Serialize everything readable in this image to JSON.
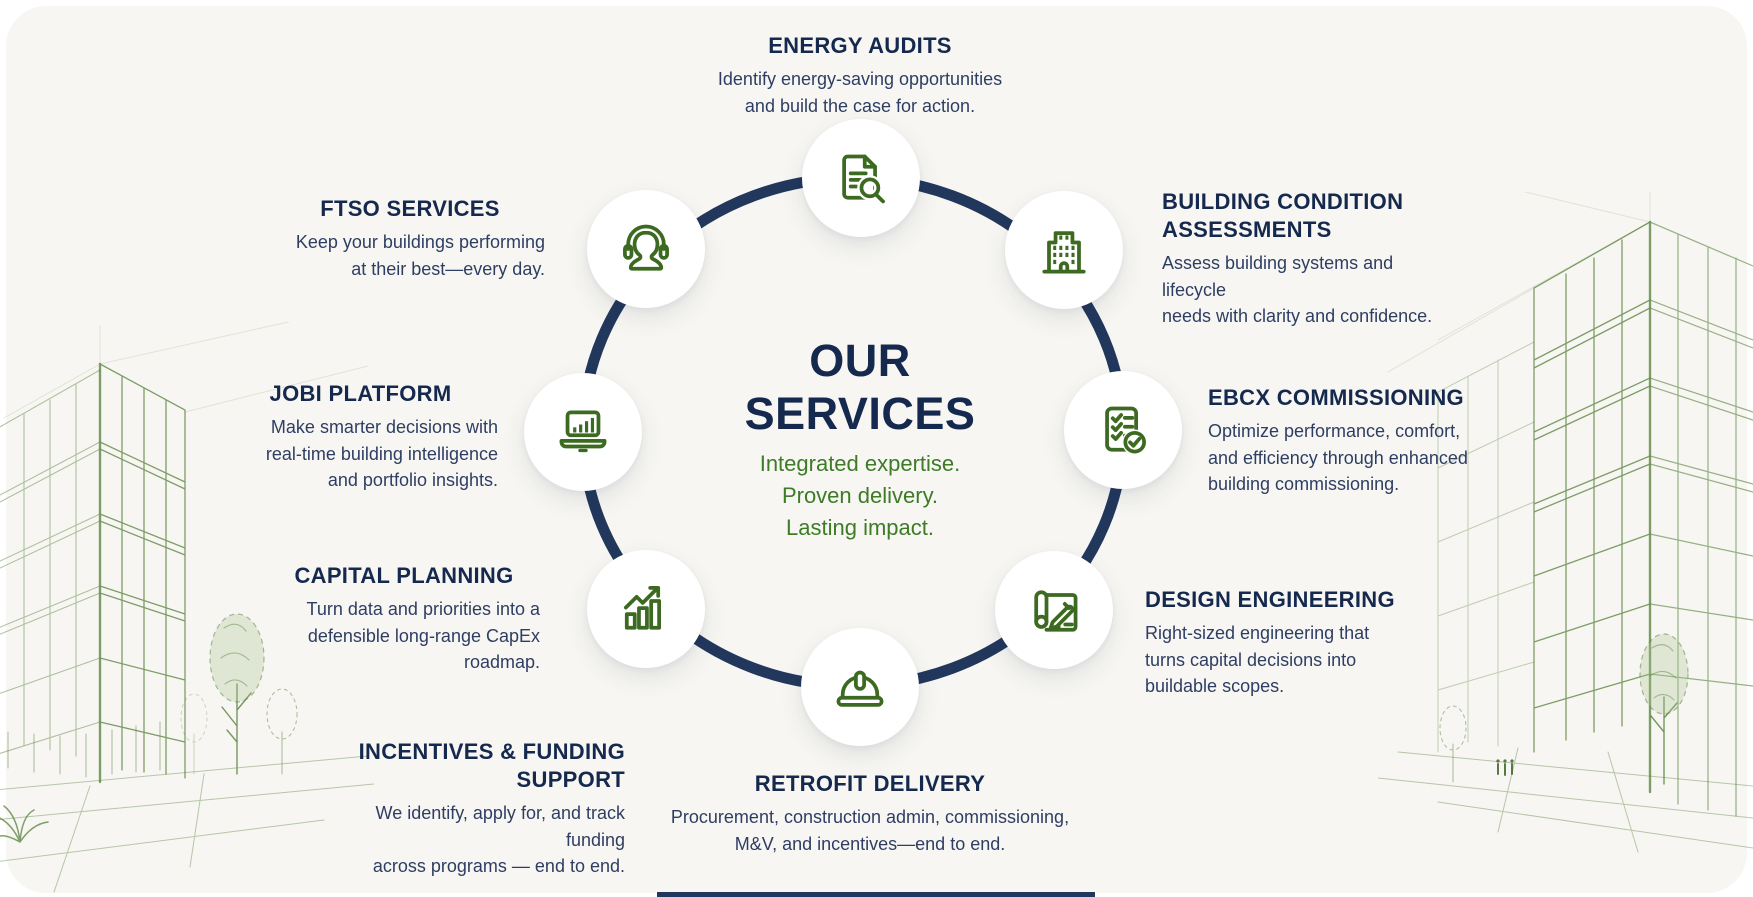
{
  "page_title": "Our Services",
  "colors": {
    "heading_navy": "#15294e",
    "body_navy": "#2e3e63",
    "accent_green": "#3d7b27",
    "icon_green": "#3c6a20",
    "ring_navy": "#22375c",
    "card_background": "#f7f6f2",
    "node_background": "#ffffff"
  },
  "center": {
    "heading_lines": [
      "OUR",
      "SERVICES"
    ],
    "tagline_lines": [
      "Integrated expertise.",
      "Proven delivery.",
      "Lasting impact."
    ]
  },
  "services": [
    {
      "id": "energy-audits",
      "icon": "document-search-icon",
      "title_lines": [
        "ENERGY AUDITS"
      ],
      "description_lines": [
        "Identify energy-saving opportunities",
        "and build the case for action."
      ]
    },
    {
      "id": "building-condition-assessments",
      "icon": "building-icon",
      "title_lines": [
        "BUILDING CONDITION",
        "ASSESSMENTS"
      ],
      "description_lines": [
        "Assess building systems and lifecycle",
        "needs with clarity and confidence."
      ]
    },
    {
      "id": "ebcx-commissioning",
      "icon": "checklist-icon",
      "title_lines": [
        "EBCX COMMISSIONING"
      ],
      "description_lines": [
        "Optimize performance, comfort,",
        "and efficiency through enhanced",
        "building commissioning."
      ]
    },
    {
      "id": "design-engineering",
      "icon": "drafting-pencil-icon",
      "title_lines": [
        "DESIGN ENGINEERING"
      ],
      "description_lines": [
        "Right-sized engineering that",
        "turns capital decisions into",
        "buildable scopes."
      ]
    },
    {
      "id": "retrofit-delivery",
      "icon": "hard-hat-icon",
      "title_lines": [
        "RETROFIT DELIVERY"
      ],
      "description_lines": [
        "Procurement, construction admin, commissioning,",
        "M&V, and incentives—end to end."
      ]
    },
    {
      "id": "incentives-funding-support",
      "icon": null,
      "title_lines": [
        "INCENTIVES & FUNDING",
        "SUPPORT"
      ],
      "description_lines": [
        "We identify, apply for, and track funding",
        "across programs — end to end."
      ]
    },
    {
      "id": "capital-planning",
      "icon": "growth-chart-icon",
      "title_lines": [
        "CAPITAL PLANNING"
      ],
      "description_lines": [
        "Turn data and priorities into a",
        "defensible long-range CapEx",
        "roadmap."
      ]
    },
    {
      "id": "jobi-platform",
      "icon": "laptop-analytics-icon",
      "title_lines": [
        "JOBI PLATFORM"
      ],
      "description_lines": [
        "Make smarter decisions with",
        "real-time building intelligence",
        "and portfolio insights."
      ]
    },
    {
      "id": "ftso-services",
      "icon": "headset-icon",
      "title_lines": [
        "FTSO SERVICES"
      ],
      "description_lines": [
        "Keep your buildings performing",
        "at their best—every day."
      ]
    }
  ]
}
